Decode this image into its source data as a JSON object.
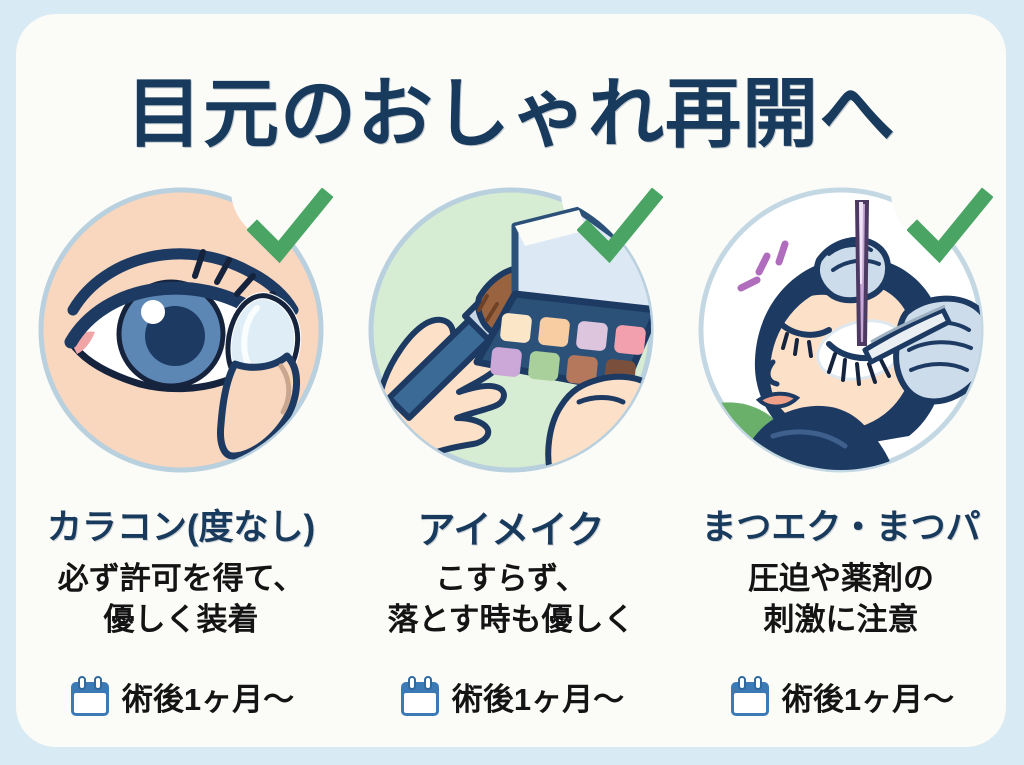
{
  "poster": {
    "title": "目元のおしゃれ再開へ",
    "background_color": "#d8eaf3",
    "card_color": "#fbfbf8",
    "title_color": "#183a5c",
    "accent_green": "#4aa564"
  },
  "panels": [
    {
      "heading": "カラコン(度なし)",
      "desc_line1": "必ず許可を得て、",
      "desc_line2": "優しく装着",
      "timing": "術後1ヶ月〜",
      "timing_icon": "calendar-icon",
      "status_icon": "green-check-icon",
      "illustration": "eye-with-contact-lens",
      "circle_fill": "#f9d6be",
      "circle_stroke": "#b9d0de"
    },
    {
      "heading": "アイメイク",
      "desc_line1": "こすらず、",
      "desc_line2": "落とす時も優しく",
      "timing": "術後1ヶ月〜",
      "timing_icon": "calendar-icon",
      "status_icon": "green-check-icon",
      "illustration": "hands-with-brush-and-eyeshadow-palette",
      "circle_fill": "#d6ecd3",
      "circle_stroke": "#b9d0de",
      "palette_colors": [
        "#fce6c8",
        "#f8cda2",
        "#ddc5dd",
        "#f2a0ad",
        "#cba8d8",
        "#a9cf9a",
        "#b5785c",
        "#7a4f3c"
      ]
    },
    {
      "heading": "まつエク・まつパ",
      "desc_line1": "圧迫や薬剤の",
      "desc_line2": "刺激に注意",
      "timing": "術後1ヶ月〜",
      "timing_icon": "calendar-icon",
      "status_icon": "green-check-icon",
      "illustration": "eyelash-extension-treatment",
      "circle_fill": "#ffffff",
      "circle_stroke": "#c4d8e4"
    }
  ]
}
